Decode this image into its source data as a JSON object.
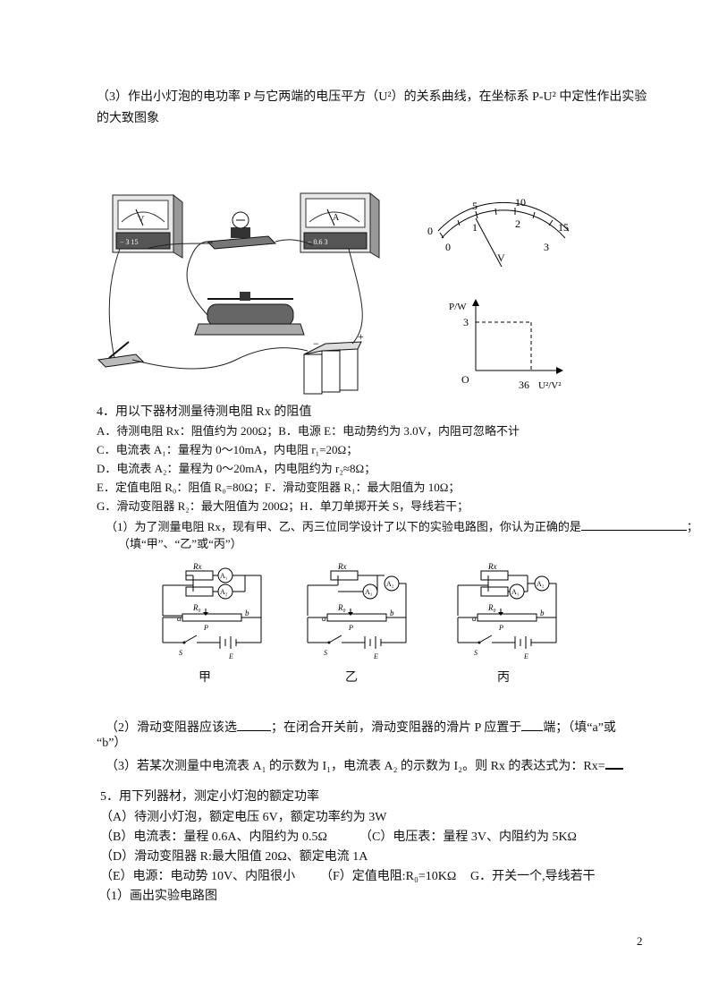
{
  "q3": {
    "line1": "（3）作出小灯泡的电功率 P 与它两端的电压平方（U²）的关系曲线，在坐标系 P-U² 中定性作出实验",
    "line2": "的大致图象"
  },
  "photo": {
    "voltmeter_letter": "V",
    "voltmeter_terminals": "− 3  15",
    "ammeter_letter": "A",
    "ammeter_terminals": "− 0.6  3",
    "battery_terminal": "−",
    "battery_terminal2": "+"
  },
  "meter_scale": {
    "outer_ticks": [
      "0",
      "5",
      "10",
      "15"
    ],
    "inner_ticks": [
      "0",
      "1",
      "2",
      "3"
    ],
    "needle_label": "V"
  },
  "graph": {
    "y_axis_label": "P/W",
    "x_axis_label": "U²/V²",
    "origin_label": "O",
    "y_tick": "3",
    "x_tick": "36"
  },
  "q4": {
    "title": "4．用以下器材测量待测电阻 Rx 的阻值",
    "itemA": "A．待测电阻 Rx：阻值约为 200Ω；B．电源 E：电动势约为 3.0V，内阻可忽略不计",
    "itemC": "C．电流表 A₁：量程为 0～10mA，内电阻 r₁=20Ω；",
    "itemD": "D．电流表 A₂：量程为 0～20mA，内电阻约为 r₂≈8Ω；",
    "itemE": "E．定值电阻 R₀：阻值 R₀=80Ω；F．滑动变阻器 R₁：最大阻值为 10Ω；",
    "itemG": "G．滑动变阻器 R₂：最大阻值为 200Ω；H．单刀单掷开关 S，导线若干；",
    "sub1": "（1）为了测量电阻 Rx，现有甲、乙、丙三位同学设计了以下的实验电路图，你认为正确的是",
    "sub1_end": "；",
    "sub1_hint": "（填“甲”、“乙”或“丙”）",
    "sub2a": "（2）滑动变阻器应该选",
    "sub2b": "；在闭合开关前，滑动变阻器的滑片 P 应置于",
    "sub2c": "端；（填“a”或",
    "sub2d": "“b”）",
    "sub3": "（3）若某次测量中电流表 A₁ 的示数为 I₁，电流表 A₂ 的示数为 I₂。则 Rx 的表达式为：Rx="
  },
  "circuits": {
    "captions": [
      "甲",
      "乙",
      "丙"
    ],
    "labels": {
      "rx": "Rx",
      "a1": "A₁",
      "a2": "A₂",
      "r0": "R₀",
      "a": "a",
      "b": "b",
      "p": "P",
      "s": "S",
      "e": "E"
    }
  },
  "q5": {
    "title": "5．用下列器材，测定小灯泡的额定功率",
    "itemA": "（A）待测小灯泡，额定电压 6V，额定功率约为 3W",
    "itemB": "（B）电流表：量程 0.6A、内阻约为 0.5Ω",
    "itemC": "（C）电压表：量程 3V、内阻约为 5KΩ",
    "itemD": "（D）滑动变阻器 R:最大阻值 20Ω、额定电流 1A",
    "itemE": "（E）电源：电动势 10V、内阻很小",
    "itemF": "（F）定值电阻:R₀=10KΩ",
    "itemG": "G．开关一个,导线若干",
    "sub1": "（1）画出实验电路图"
  },
  "page_number": "2"
}
